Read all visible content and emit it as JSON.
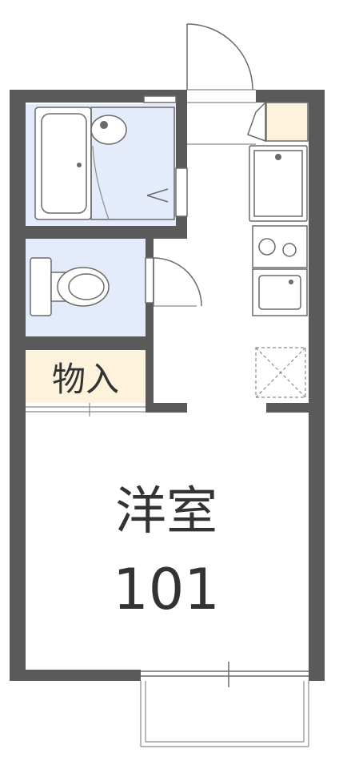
{
  "rooms": {
    "storage_label": "物入",
    "main_room_label": "洋室",
    "room_number": "101"
  },
  "colors": {
    "wall": "#5a5a5a",
    "wet_area_fill": "#e4ecfb",
    "storage_fill": "#fdf3dc",
    "background": "#ffffff"
  }
}
